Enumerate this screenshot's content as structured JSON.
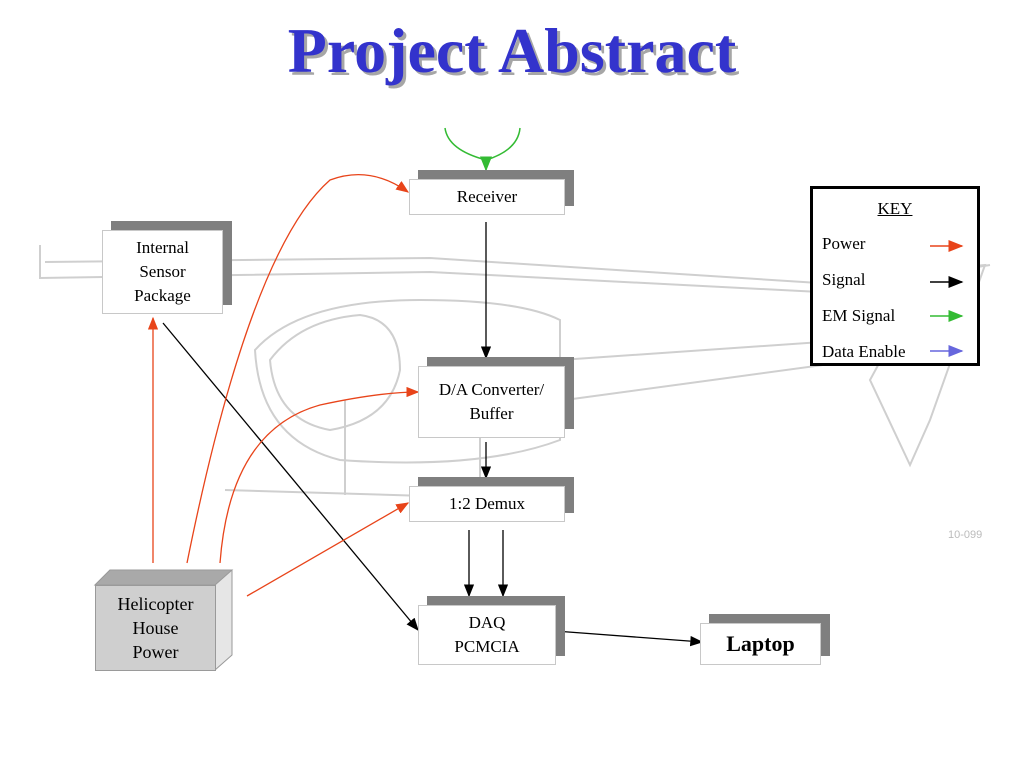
{
  "title": "Project Abstract",
  "blocks": {
    "receiver": "Receiver",
    "internal_sensor": "Internal\nSensor\nPackage",
    "da_converter": "D/A Converter/\nBuffer",
    "demux": "1:2 Demux",
    "daq": "DAQ\nPCMCIA",
    "laptop": "Laptop",
    "helicopter_power": "Helicopter\nHouse\nPower"
  },
  "key": {
    "title": "KEY",
    "items": [
      {
        "label": "Power",
        "color": "#e8441a"
      },
      {
        "label": "Signal",
        "color": "#000000"
      },
      {
        "label": "EM Signal",
        "color": "#33bb33"
      },
      {
        "label": "Data Enable",
        "color": "#6666dd"
      }
    ]
  },
  "background_tail_number": "10-099",
  "colors": {
    "title": "#3333cc",
    "power": "#e8441a",
    "signal": "#000000",
    "em_signal": "#33bb33"
  }
}
